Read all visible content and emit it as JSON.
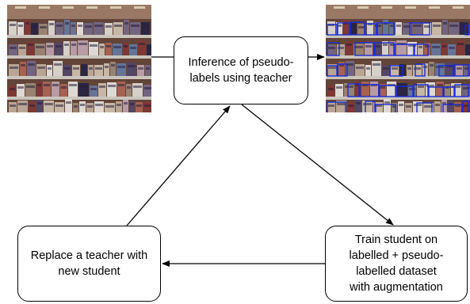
{
  "nodes": {
    "teacher_inference": "Inference of pseudo-\nlabels using teacher",
    "train_student": "Train student on\nlabelled + pseudo-\nlabelled dataset\nwith augmentation",
    "replace_teacher": "Replace a teacher with\nnew student"
  },
  "images": {
    "input": {
      "content": "supermarket shelf photo (unlabelled)"
    },
    "output": {
      "content": "supermarket shelf photo with blue pseudo-label boxes",
      "box_color": "#1a2bd6"
    }
  },
  "colors": {
    "stroke": "#000000",
    "box_accent": "#1a2bd6"
  },
  "edges": [
    {
      "from": "input",
      "to": "teacher_inference"
    },
    {
      "from": "teacher_inference",
      "to": "output"
    },
    {
      "from": "teacher_inference",
      "to": "train_student"
    },
    {
      "from": "train_student",
      "to": "replace_teacher"
    },
    {
      "from": "replace_teacher",
      "to": "teacher_inference"
    }
  ]
}
